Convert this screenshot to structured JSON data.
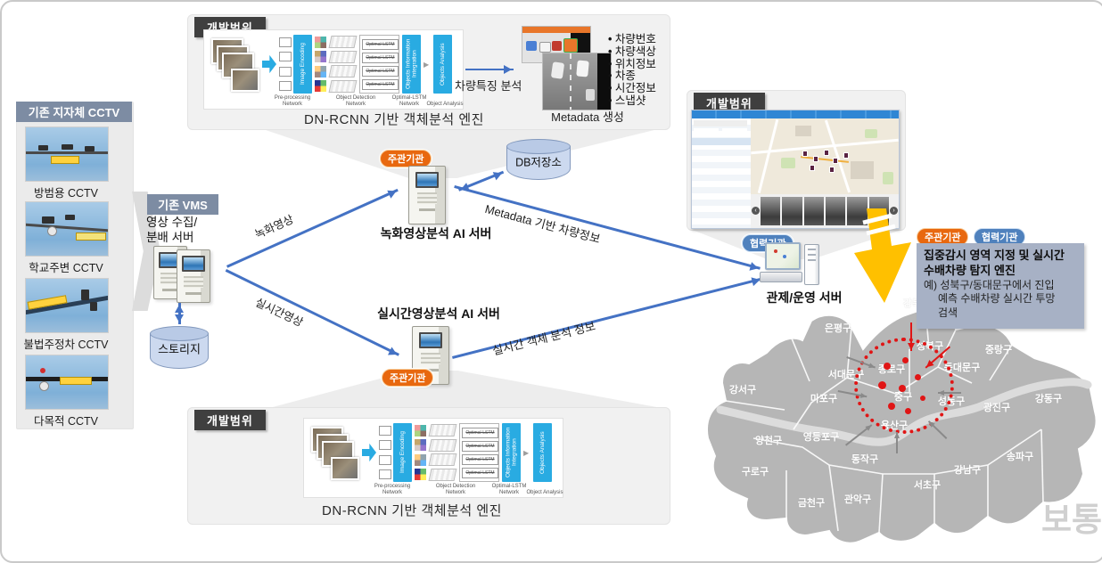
{
  "colors": {
    "accent_blue": "#4472c4",
    "pipeline_blue": "#29abe2",
    "badge_orange": "#e8680f",
    "badge_blue": "#4f81bd",
    "badge_dark": "#3f3f3f",
    "badge_steel": "#7d8ca3",
    "highlight_arrow": "#ffc000",
    "map_gray": "#b6b6b6",
    "alert_red": "#e01515"
  },
  "left_panel": {
    "title": "기존 지자체 CCTV",
    "items": [
      {
        "label": "방범용 CCTV"
      },
      {
        "label": "학교주변 CCTV"
      },
      {
        "label": "불법주정차 CCTV"
      },
      {
        "label": "다목적 CCTV"
      }
    ]
  },
  "vms": {
    "badge": "기존 VMS",
    "server_label": "영상 수집/\n분배 서버",
    "storage_label": "스토리지"
  },
  "dev_panel_top": {
    "badge": "개발범위",
    "caption": "DN-RCNN 기반 객체분석 엔진",
    "feature_label": "차량특징 분석",
    "metadata_label": "Metadata 생성",
    "bullets": [
      "차량번호",
      "차량색상",
      "위치정보",
      "차종",
      "시간정보",
      "스냅샷"
    ]
  },
  "dev_panel_bottom": {
    "badge": "개발범위",
    "caption": "DN-RCNN 기반 객체분석 엔진"
  },
  "dev_panel_right": {
    "badge": "개발범위"
  },
  "pipeline": {
    "image_encoding": "Image Encoding",
    "optimal_lstm": "Optimal-LSTM",
    "objects_info": "Objects Information Integration",
    "objects_analysis": "Objects Analysis",
    "labels": [
      "Pre-processing Network",
      "Object Detection Network",
      "Optimal-LSTM Network",
      "Object Analysis"
    ]
  },
  "nodes": {
    "recorded_server": {
      "badge": "주관기관",
      "label": "녹화영상분석 AI 서버"
    },
    "realtime_server": {
      "badge": "주관기관",
      "label": "실시간영상분석 AI 서버"
    },
    "control_server": {
      "badge": "협력기관",
      "label": "관제/운영 서버"
    },
    "db": {
      "label": "DB저장소"
    }
  },
  "flows": {
    "recorded": "녹화영상",
    "realtime": "실시간영상",
    "metadata": "Metadata 기반 차량정보",
    "realtime_objects": "실시간 객체 분석 정보"
  },
  "callout": {
    "badge_primary": "주관기관",
    "badge_partner": "협력기관",
    "title": "집중감시 영역 지정 및 실시간 수배차량 탐지 엔진",
    "example_lines": [
      "예) 성북구/동대문구에서 진입",
      "예측 수배차량 실시간 투망",
      "검색"
    ]
  },
  "map": {
    "districts": [
      "은평구",
      "강북구",
      "성북구",
      "중랑구",
      "서대문구",
      "동대문구",
      "강서구",
      "마포구",
      "종로구",
      "중구",
      "성동구",
      "광진구",
      "강동구",
      "양천구",
      "영등포구",
      "용산구",
      "동작구",
      "구로구",
      "금천구",
      "관악구",
      "서초구",
      "강남구",
      "송파구"
    ],
    "watermark": "보통"
  }
}
